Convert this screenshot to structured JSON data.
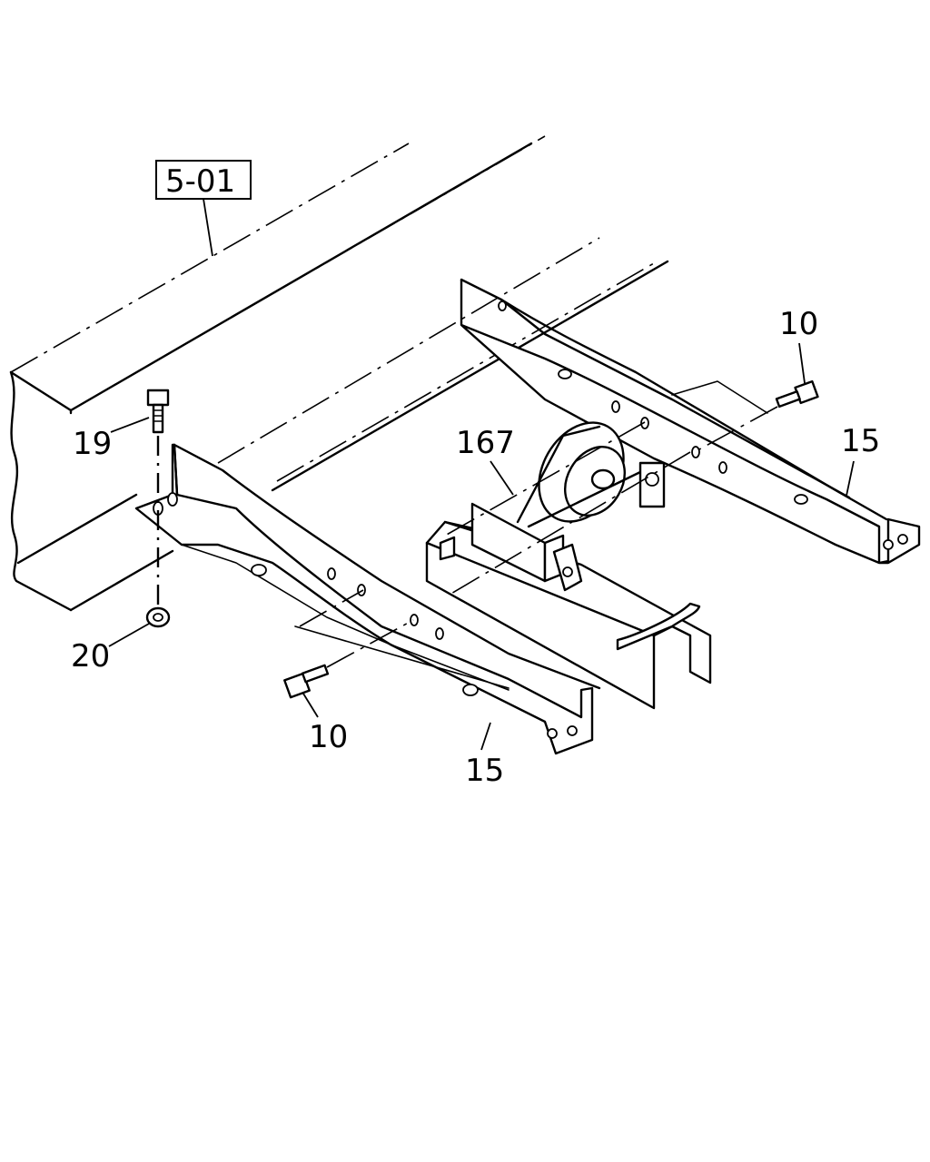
{
  "diagram": {
    "reference_label": "5-01",
    "callouts": {
      "frame_ref": "5-01",
      "bolt_top_right": "10",
      "bolt_bottom": "10",
      "crossmember_right": "15",
      "crossmember_left": "15",
      "bracket_assembly": "167",
      "bolt_vertical": "19",
      "nut": "20"
    }
  }
}
